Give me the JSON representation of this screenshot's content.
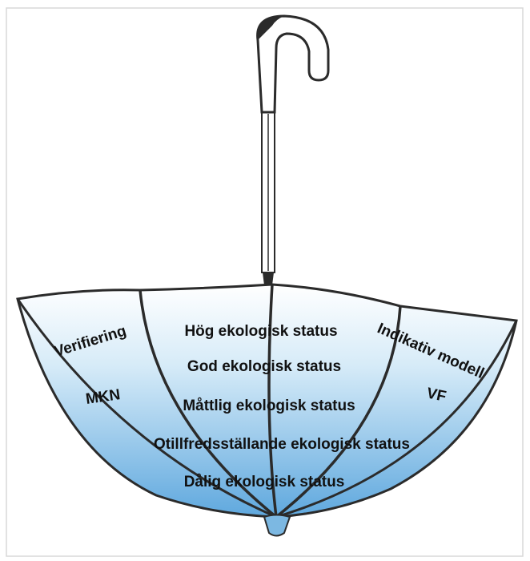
{
  "status_labels": {
    "hog": "Hög ekologisk status",
    "god": "God ekologisk status",
    "mattlig": "Måttlig ekologisk status",
    "otillfredsstallande": "Otillfredsställande ekologisk status",
    "dalig": "Dålig ekologisk status"
  },
  "side_labels": {
    "verifiering": "Verifiering",
    "mkn": "MKN",
    "indikativ_modell": "Indikativ modell",
    "vf": "VF"
  },
  "colors": {
    "water_top": "#ffffff",
    "water_bottom": "#5fa8de",
    "outline": "#2b2b2b"
  }
}
